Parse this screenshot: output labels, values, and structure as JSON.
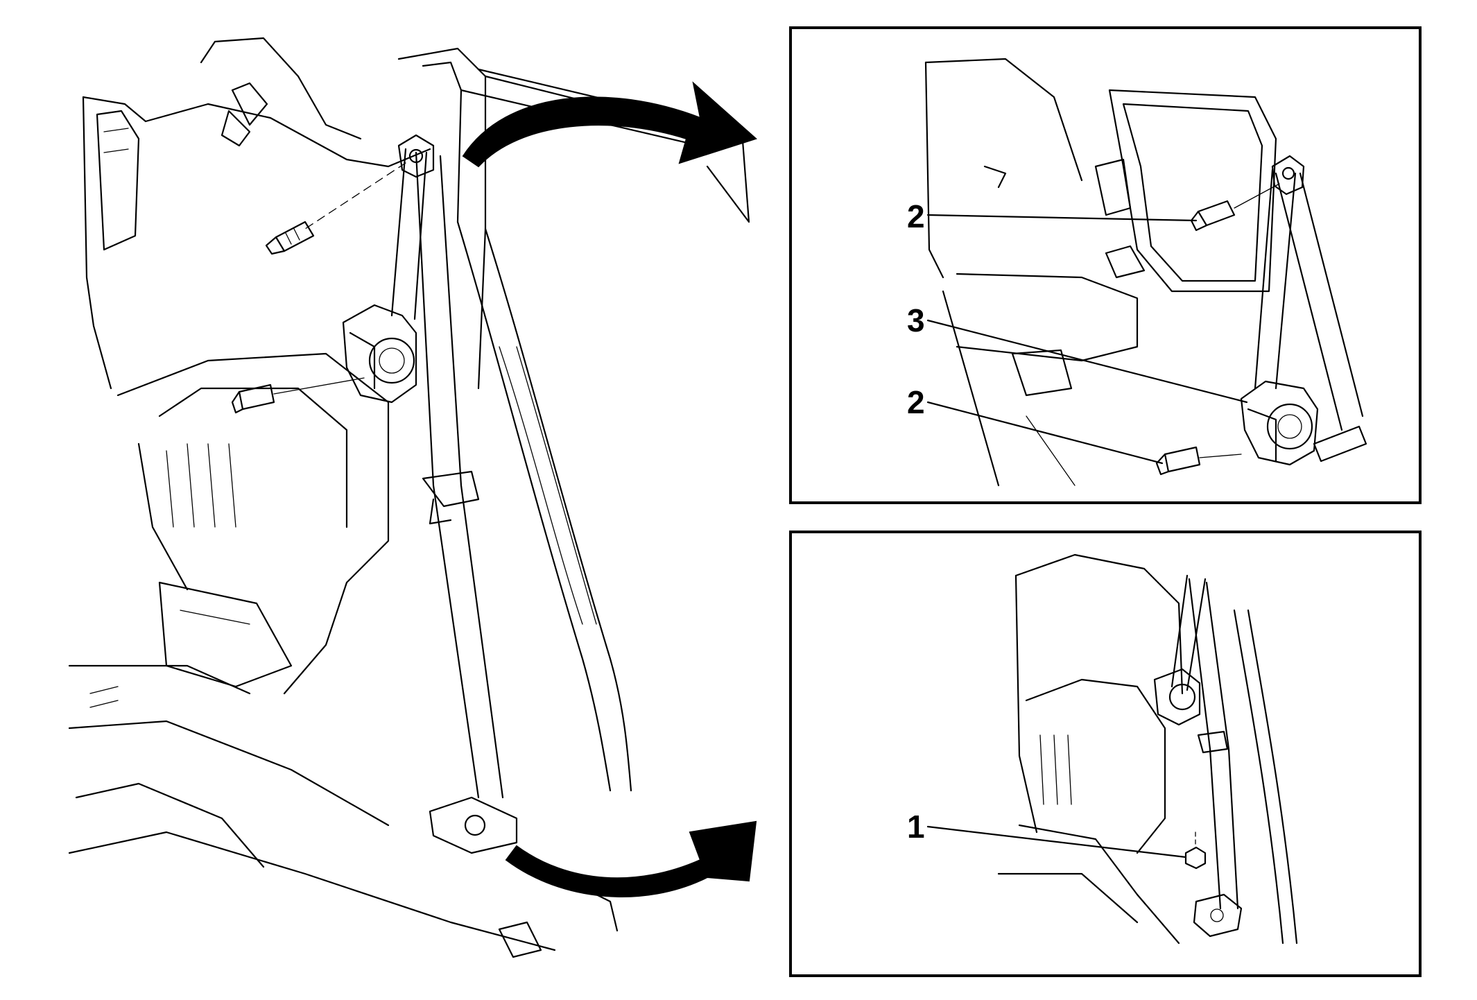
{
  "callouts": {
    "top_upper_bolt": "2",
    "top_retractor": "3",
    "top_lower_bolt": "2",
    "bottom_anchor_nut": "1"
  }
}
